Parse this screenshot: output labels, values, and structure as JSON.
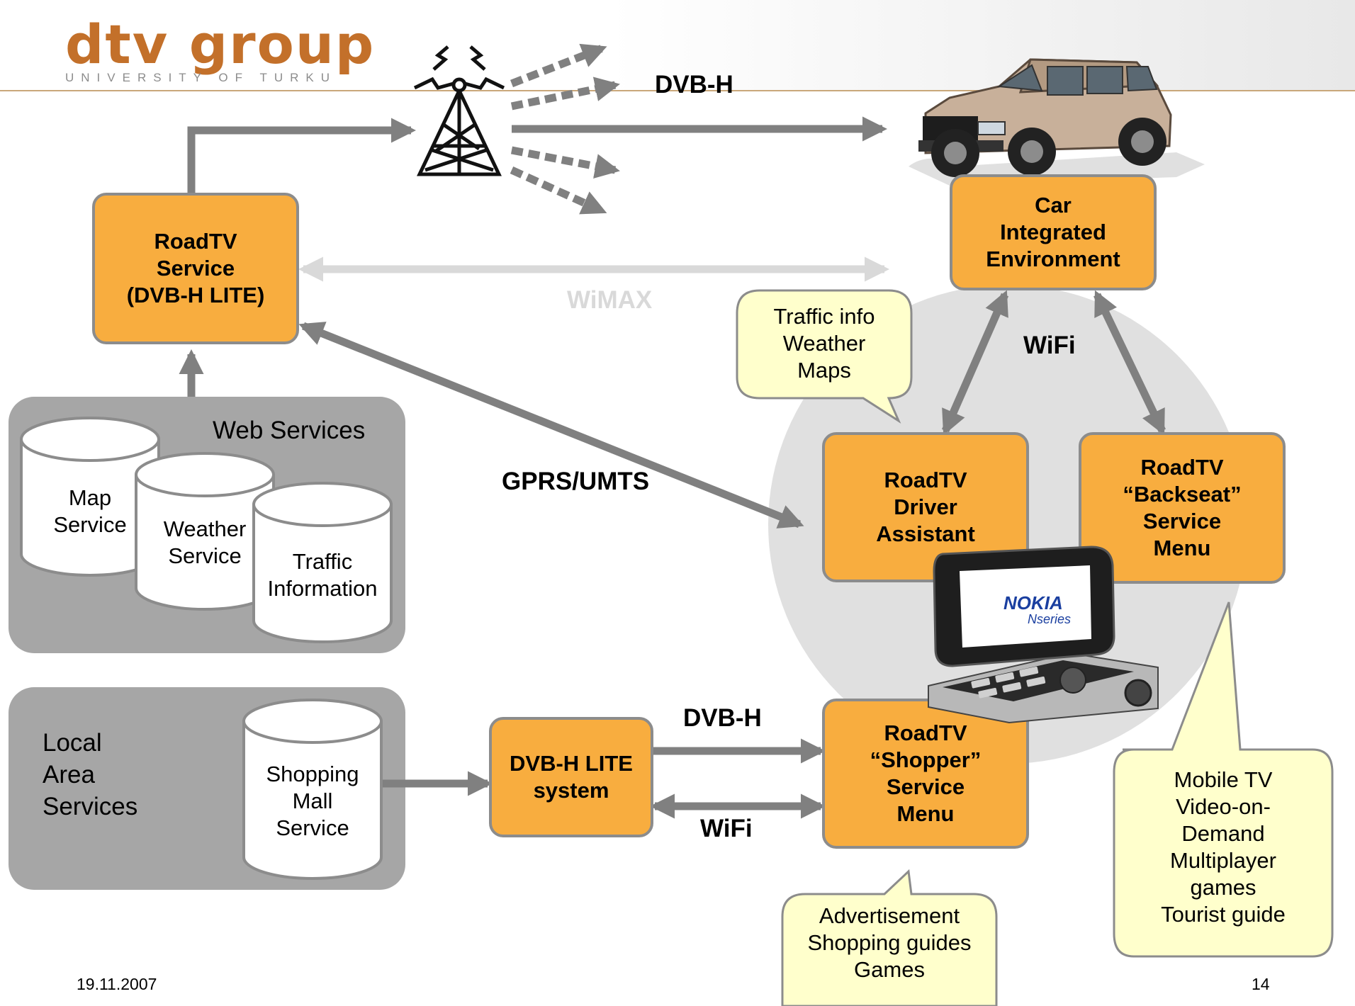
{
  "logo": {
    "name": "dtv group",
    "sub": "UNIVERSITY OF TURKU"
  },
  "links": {
    "dvbh_broadcast": "DVB-H",
    "wimax": "WiMAX",
    "gprs": "GPRS/UMTS",
    "wifi_car": "WiFi",
    "dvbh_local": "DVB-H",
    "wifi_local": "WiFi"
  },
  "boxes": {
    "roadtv_service": [
      "RoadTV",
      "Service",
      "(DVB-H LITE)"
    ],
    "car_env": [
      "Car",
      "Integrated",
      "Environment"
    ],
    "driver_assistant": [
      "RoadTV",
      "Driver",
      "Assistant"
    ],
    "backseat": [
      "RoadTV",
      "“Backseat”",
      "Service",
      "Menu"
    ],
    "shopper": [
      "RoadTV",
      "“Shopper”",
      "Service",
      "Menu"
    ],
    "dvbh_lite_system": [
      "DVB-H LITE",
      "system"
    ]
  },
  "web_services": {
    "title": "Web Services",
    "map": [
      "Map",
      "Service"
    ],
    "weather": [
      "Weather",
      "Service"
    ],
    "traffic": [
      "Traffic",
      "Information"
    ]
  },
  "local_services": {
    "title": [
      "Local",
      "Area",
      "Services"
    ],
    "mall": [
      "Shopping",
      "Mall",
      "Service"
    ]
  },
  "bubbles": {
    "traffic": [
      "Traffic info",
      "Weather",
      "Maps"
    ],
    "mobile": [
      "Mobile TV",
      "Video-on-",
      "Demand",
      "Multiplayer",
      "games",
      "Tourist guide"
    ],
    "ads": [
      "Advertisement",
      "Shopping guides",
      "Games"
    ]
  },
  "phone": {
    "brand": "NOKIA",
    "series": "Nseries"
  },
  "footer": {
    "date": "19.11.2007",
    "page": "14"
  },
  "colors": {
    "box_fill": "#f8ad3f",
    "box_border": "#8c8c8c",
    "arrow": "#808080",
    "wimax_arrow": "#d9d9d9",
    "group_bg": "#a6a6a6",
    "circle_bg": "#e0e0e0",
    "bubble_fill": "#ffffcc"
  }
}
